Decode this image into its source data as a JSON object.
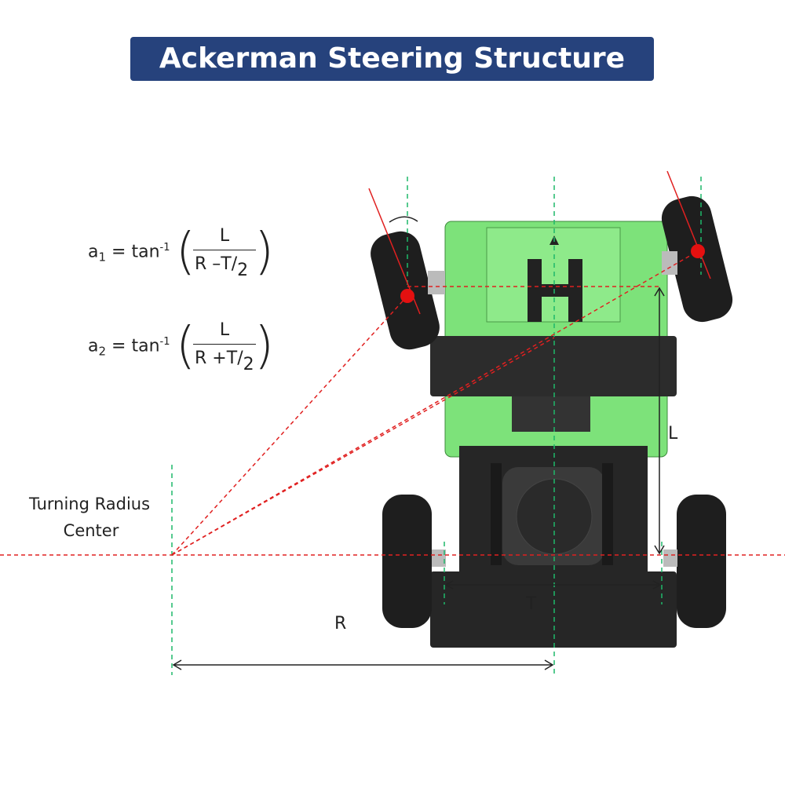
{
  "title": "Ackerman Steering Structure",
  "labels": {
    "turning_radius": "Turning Radius",
    "center": "Center",
    "L": "L",
    "T": "T",
    "R": "R"
  },
  "formulas": [
    {
      "lhs": "a",
      "sub": "1",
      "eq": "= tan",
      "sup": "-1",
      "num": "L",
      "den_r": "R",
      "den_op": "–",
      "den_t": "T",
      "den_2": "2"
    },
    {
      "lhs": "a",
      "sub": "2",
      "eq": "= tan",
      "sup": "-1",
      "num": "L",
      "den_r": "R",
      "den_op": "+",
      "den_t": "T",
      "den_2": "2"
    }
  ],
  "colors": {
    "title_bg": "#26427c",
    "chassis": "#7de27a",
    "guide_red": "#e02020",
    "guide_green": "#1fb86a"
  }
}
